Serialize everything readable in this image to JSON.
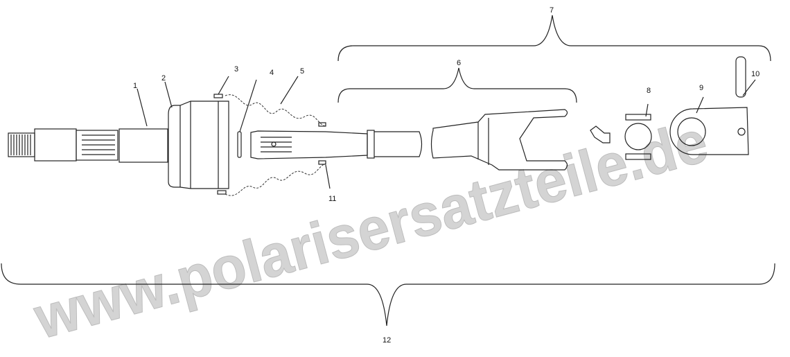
{
  "diagram": {
    "labels": {
      "l1": "1",
      "l2": "2",
      "l3": "3",
      "l4": "4",
      "l5": "5",
      "l6": "6",
      "l7": "7",
      "l8": "8",
      "l9": "9",
      "l10": "10",
      "l11": "11",
      "l12": "12"
    },
    "watermark": "www.polarisersatzteile.de"
  }
}
